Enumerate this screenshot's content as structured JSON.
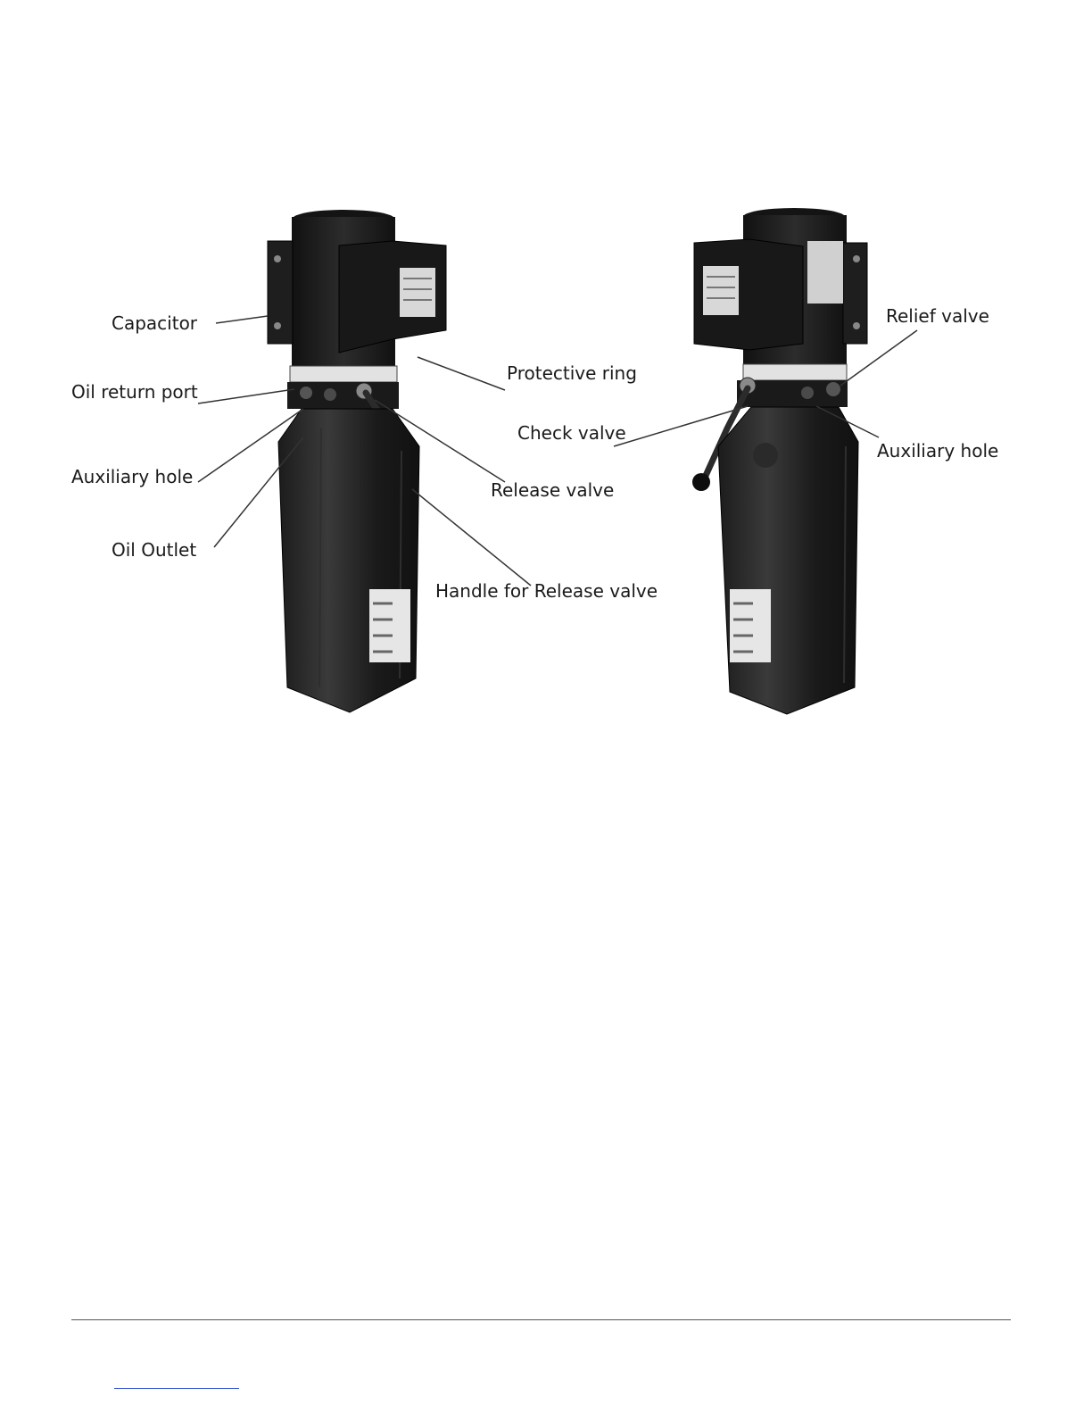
{
  "figure": {
    "left_unit": {
      "labels": {
        "capacitor": "Capacitor",
        "oil_return_port": "Oil return port",
        "auxiliary_hole": "Auxiliary hole",
        "oil_outlet": "Oil Outlet",
        "protective_ring": "Protective ring",
        "release_valve": "Release valve",
        "handle_release_valve": "Handle for Release valve"
      }
    },
    "right_unit": {
      "labels": {
        "relief_valve": "Relief valve",
        "check_valve": "Check valve",
        "auxiliary_hole": "Auxiliary hole"
      }
    }
  }
}
